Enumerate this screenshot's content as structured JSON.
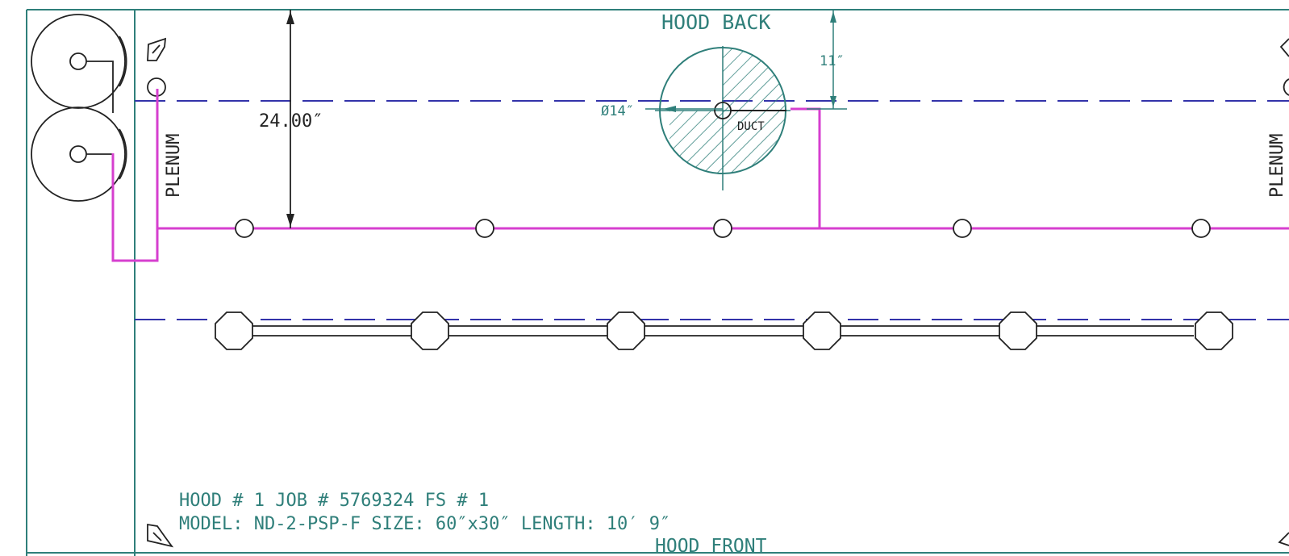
{
  "labels": {
    "hood_back": "HOOD BACK",
    "hood_front": "HOOD FRONT",
    "plenum_left": "PLENUM",
    "plenum_right": "PLENUM",
    "duct": "DUCT",
    "duct_diameter": "Ø14″",
    "offset_dimension": "11″",
    "depth_dimension": "24.00″",
    "hood_info": "HOOD # 1 JOB # 5769324 FS # 1",
    "model_info": "MODEL: ND-2-PSP-F SIZE: 60″x30″ LENGTH: 10′ 9″"
  },
  "colors": {
    "outline": "#2f7f7a",
    "dashed_line": "#3333aa",
    "pipe": "#d63fcf",
    "black": "#111111"
  },
  "icons": {
    "tank": "circle-tank-icon",
    "fusible_link": "octagon-nozzle-icon",
    "pulley": "corner-pulley-icon"
  }
}
